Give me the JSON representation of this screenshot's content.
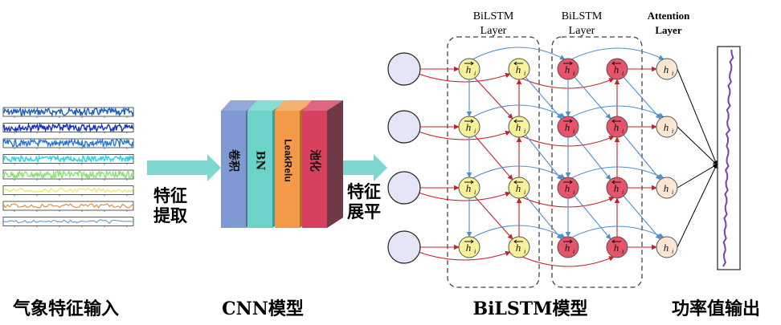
{
  "captions": {
    "input": "气象特征输入",
    "cnn": "CNN模型",
    "bilstm": "BiLSTM模型",
    "output": "功率值输出"
  },
  "arrow_labels": {
    "extract_line1": "特征",
    "extract_line2": "提取",
    "flatten_line1": "特征",
    "flatten_line2": "展平"
  },
  "cnn_layers": [
    {
      "label": "卷积",
      "front": "#7f9ad3",
      "side": "#5a6f9c",
      "top": "#93a9dc"
    },
    {
      "label": "BN",
      "front": "#6dd3c8",
      "side": "#459a92",
      "top": "#88ddd4"
    },
    {
      "label": "LeakRelu",
      "front": "#f39a49",
      "side": "#b46a2a",
      "top": "#f6b06d"
    },
    {
      "label": "池化",
      "front": "#d8415e",
      "side": "#8f2a3e",
      "top": "#e06680"
    }
  ],
  "bilstm_layers": [
    {
      "line1": "BiLSTM",
      "line2": "Layer"
    },
    {
      "line1": "BiLSTM",
      "line2": "Layer"
    }
  ],
  "attention": {
    "line1": "Attention",
    "line2": "Layer"
  },
  "cell_labels": {
    "forward": "h",
    "backward": "h",
    "attention": "h",
    "subscript": "i"
  },
  "colors": {
    "band": "#7fd8cf",
    "forward_cell": "#f7f29a",
    "backward_cell": "#f7f29a",
    "layer2_cell": "#e6536a",
    "attention_cell": "#fbe6d4",
    "input_node": "#e4e6f7",
    "blue_arrow": "#4f8fcf",
    "red_arrow": "#c8202a",
    "output_line": "#7a3fb3"
  },
  "signal_colors": [
    "#1f5fbf",
    "#1530c8",
    "#2a78d6",
    "#22d4e6",
    "#8fe07a",
    "#e8e54a",
    "#e08a2a",
    "#5b9bd5"
  ],
  "output_series": [
    0.05,
    0.12,
    0.08,
    0.2,
    0.15,
    0.28,
    0.22,
    0.35,
    0.3,
    0.4,
    0.33,
    0.45,
    0.38,
    0.5,
    0.42,
    0.55,
    0.48,
    0.6,
    0.52,
    0.58,
    0.46,
    0.62,
    0.55,
    0.66,
    0.58,
    0.5,
    0.62,
    0.55,
    0.68,
    0.6,
    0.7,
    0.63,
    0.72,
    0.66,
    0.74,
    0.68,
    0.76,
    0.7,
    0.8,
    0.74,
    0.82,
    0.78,
    0.85,
    0.8,
    0.88,
    0.83,
    0.9,
    0.86,
    0.92,
    0.88,
    0.95,
    0.9,
    0.97,
    0.94,
    0.99
  ]
}
